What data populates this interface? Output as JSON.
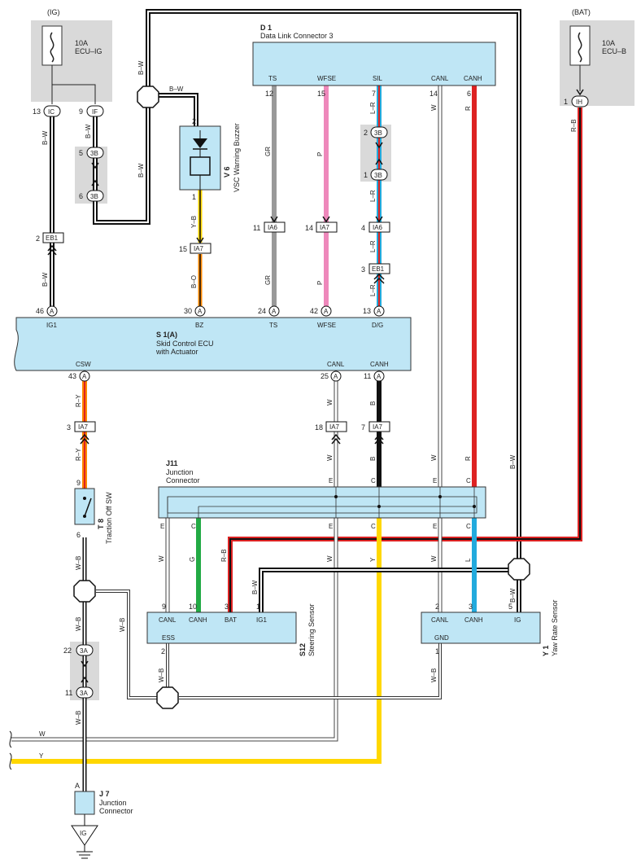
{
  "colors": {
    "black": "#111111",
    "gray": "#999999",
    "pink": "#ee88bb",
    "blue": "#22aadd",
    "red": "#dd2222",
    "yellow": "#ffd700",
    "green": "#22aa44",
    "orange": "#ff8800",
    "box_fill": "#bfe6f5",
    "shade": "#d9d9d9"
  },
  "power": {
    "ig": "(IG)",
    "bat": "(BAT)"
  },
  "fuses": {
    "ig": {
      "line1": "10A",
      "line2": "ECU–IG"
    },
    "bat": {
      "line1": "10A",
      "line2": "ECU–B"
    }
  },
  "dlc": {
    "id": "D 1",
    "name": "Data Link Connector 3",
    "terminals": [
      "TS",
      "WFSE",
      "SIL",
      "CANL",
      "CANH"
    ],
    "pins": [
      "12",
      "15",
      "7",
      "14",
      "6"
    ]
  },
  "ecu": {
    "id": "S 1(A)",
    "line1": "Skid Control ECU",
    "line2": "with Actuator",
    "top_terminals": [
      "IG1",
      "BZ",
      "TS",
      "WFSE",
      "D/G"
    ],
    "top_pins": [
      "46",
      "30",
      "24",
      "42",
      "13"
    ],
    "bottom_terminals": [
      "CSW",
      "CANL",
      "CANH"
    ],
    "bottom_pins": [
      "43",
      "25",
      "11"
    ],
    "conn": "A"
  },
  "buzzer": {
    "id": "V 6",
    "name": "VSC Warning Buzzer",
    "pin_top": "2",
    "pin_bottom": "1"
  },
  "junction11": {
    "id": "J11",
    "line1": "Junction",
    "line2": "Connector",
    "top_letters": [
      "E",
      "C",
      "E",
      "C"
    ],
    "bottom_letters": [
      "E",
      "C",
      "E",
      "C",
      "E",
      "C"
    ]
  },
  "steering": {
    "id": "S12",
    "name": "Steering Sensor",
    "terminals": [
      "CANL",
      "CANH",
      "BAT",
      "IG1"
    ],
    "pins": [
      "9",
      "10",
      "3",
      "1"
    ],
    "bottom": "ESS",
    "bottom_pin": "2"
  },
  "yaw": {
    "id": "Y 1",
    "name": "Yaw Rate Sensor",
    "terminals": [
      "CANL",
      "CANH",
      "IG"
    ],
    "pins": [
      "2",
      "3",
      "5"
    ],
    "bottom": "GND",
    "bottom_pin": "1"
  },
  "traction": {
    "id": "T 8",
    "name": "Traction Off SW",
    "pin_top": "9",
    "pin_bottom": "6"
  },
  "j7": {
    "id": "J 7",
    "line1": "Junction",
    "line2": "Connector",
    "pin": "A"
  },
  "ground": {
    "label": "IG"
  },
  "connectors": {
    "ic": "IC",
    "if": "IF",
    "ih": "IH",
    "b3": "3B",
    "a3": "3A",
    "eb1": "EB1",
    "ia6": "IA6",
    "ia7": "IA7"
  },
  "wire_colors": {
    "bw": "B–W",
    "gr": "GR",
    "p": "P",
    "lr": "L–R",
    "rb": "R–B",
    "yb": "Y–B",
    "bo": "B–O",
    "ry": "R–Y",
    "w": "W",
    "b": "B",
    "r": "R",
    "wb": "W–B",
    "g": "G",
    "y": "Y",
    "l": "L"
  },
  "pin_numbers": {
    "ic": "13",
    "if": "9",
    "b3_upper": "5",
    "b3_lower": "6",
    "eb1_left": "2",
    "ih": "1",
    "sil_b3_upper": "2",
    "sil_b3_lower": "1",
    "ia6_ts": "11",
    "ia7_wfse": "14",
    "ia6_sil": "4",
    "eb1_sil": "3",
    "ia7_bz": "15",
    "ia7_csw": "3",
    "ia7_canl": "18",
    "ia7_canh": "7",
    "a3_upper": "22",
    "a3_lower": "11"
  }
}
